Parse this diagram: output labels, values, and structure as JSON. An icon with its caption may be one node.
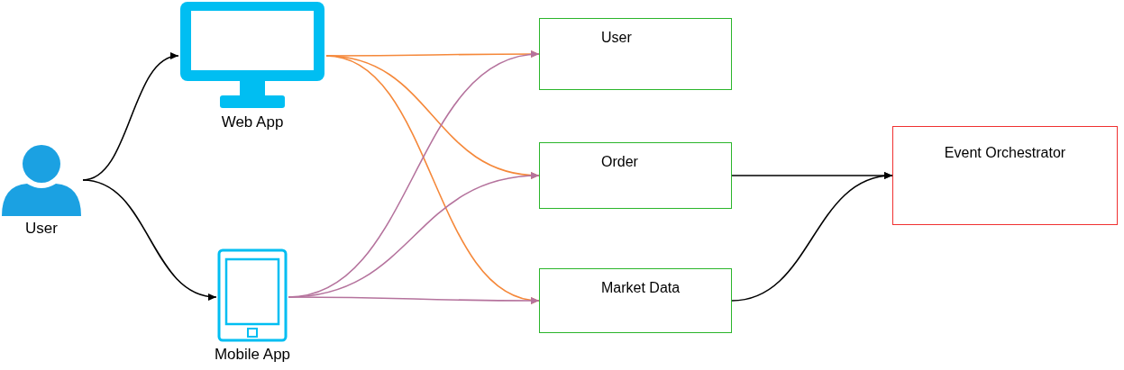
{
  "diagram": {
    "nodes": [
      {
        "text": [
          "User"
        ]
      },
      {
        "text": [
          "Web App"
        ]
      },
      {
        "text": [
          "Mobile App"
        ]
      },
      {
        "text": [
          "User"
        ]
      },
      {
        "text": [
          "Order"
        ]
      },
      {
        "text": [
          "Market Data"
        ]
      },
      {
        "text": [
          "Event Orchestrator"
        ]
      }
    ],
    "edges": [
      {
        "from": 0,
        "to": 1,
        "arrow": "to"
      },
      {
        "from": 0,
        "to": 2,
        "arrow": "to"
      },
      {
        "from": 1,
        "to": 3,
        "arrow": "to",
        "color": "#f5883a"
      },
      {
        "from": 1,
        "to": 4,
        "arrow": "to",
        "color": "#f5883a"
      },
      {
        "from": 1,
        "to": 5,
        "arrow": "to",
        "color": "#f5883a"
      },
      {
        "from": 2,
        "to": 3,
        "arrow": "to",
        "color": "#b5739d"
      },
      {
        "from": 2,
        "to": 4,
        "arrow": "to",
        "color": "#b5739d"
      },
      {
        "from": 2,
        "to": 5,
        "arrow": "to",
        "color": "#b5739d"
      },
      {
        "from": 4,
        "to": 6,
        "arrow": "to"
      },
      {
        "from": 5,
        "to": 6,
        "arrow": "to"
      }
    ]
  }
}
